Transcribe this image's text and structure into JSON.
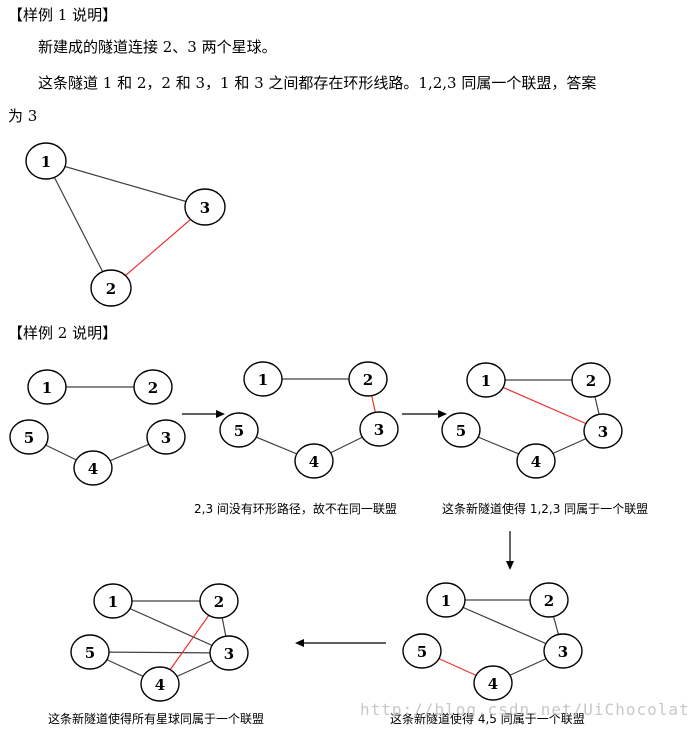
{
  "section1": {
    "heading": "【样例 1 说明】",
    "line1": "新建成的隧道连接 2、3 两个星球。",
    "line2": "这条隧道 1 和 2，2 和 3，1 和 3 之间都存在环形线路。1,2,3 同属一个联盟，答案",
    "line3": "为 3"
  },
  "section2": {
    "heading": "【样例 2 说明】",
    "caption_b": "2,3 间没有环形路径，故不在同一联盟",
    "caption_c": "这条新隧道使得 1,2,3 同属于一个联盟",
    "caption_d": "这条新隧道使得 4,5 同属于一个联盟",
    "caption_e": "这条新隧道使得所有星球同属于一个联盟"
  },
  "watermark": "http://blog.csdn.net/UiChocolate",
  "colors": {
    "edge": "#404040",
    "new_edge": "#ee3333",
    "node_border": "#000000"
  },
  "graphs": [
    {
      "id": "g0",
      "nodes": [
        {
          "label": "1"
        },
        {
          "label": "3"
        },
        {
          "label": "2"
        }
      ],
      "edges": [
        {
          "from": 0,
          "to": 1,
          "new": false
        },
        {
          "from": 0,
          "to": 2,
          "new": false
        },
        {
          "from": 1,
          "to": 2,
          "new": true
        }
      ]
    },
    {
      "id": "g1",
      "nodes": [
        {
          "label": "1"
        },
        {
          "label": "2"
        },
        {
          "label": "5"
        },
        {
          "label": "3"
        },
        {
          "label": "4"
        }
      ],
      "edges": [
        {
          "from": 0,
          "to": 1,
          "new": false
        },
        {
          "from": 2,
          "to": 4,
          "new": false
        },
        {
          "from": 4,
          "to": 3,
          "new": false
        }
      ]
    },
    {
      "id": "g2",
      "nodes": [
        {
          "label": "1"
        },
        {
          "label": "2"
        },
        {
          "label": "5"
        },
        {
          "label": "3"
        },
        {
          "label": "4"
        }
      ],
      "edges": [
        {
          "from": 0,
          "to": 1,
          "new": false
        },
        {
          "from": 2,
          "to": 4,
          "new": false
        },
        {
          "from": 4,
          "to": 3,
          "new": false
        },
        {
          "from": 1,
          "to": 3,
          "new": true
        }
      ]
    },
    {
      "id": "g3",
      "nodes": [
        {
          "label": "1"
        },
        {
          "label": "2"
        },
        {
          "label": "5"
        },
        {
          "label": "3"
        },
        {
          "label": "4"
        }
      ],
      "edges": [
        {
          "from": 0,
          "to": 1,
          "new": false
        },
        {
          "from": 1,
          "to": 3,
          "new": false
        },
        {
          "from": 2,
          "to": 4,
          "new": false
        },
        {
          "from": 4,
          "to": 3,
          "new": false
        },
        {
          "from": 0,
          "to": 3,
          "new": true
        }
      ]
    },
    {
      "id": "g4",
      "nodes": [
        {
          "label": "1"
        },
        {
          "label": "2"
        },
        {
          "label": "5"
        },
        {
          "label": "3"
        },
        {
          "label": "4"
        }
      ],
      "edges": [
        {
          "from": 0,
          "to": 1,
          "new": false
        },
        {
          "from": 1,
          "to": 3,
          "new": false
        },
        {
          "from": 0,
          "to": 3,
          "new": false
        },
        {
          "from": 4,
          "to": 3,
          "new": false
        },
        {
          "from": 2,
          "to": 4,
          "new": true
        }
      ]
    },
    {
      "id": "g5",
      "nodes": [
        {
          "label": "1"
        },
        {
          "label": "2"
        },
        {
          "label": "5"
        },
        {
          "label": "3"
        },
        {
          "label": "4"
        }
      ],
      "edges": [
        {
          "from": 0,
          "to": 1,
          "new": false
        },
        {
          "from": 1,
          "to": 3,
          "new": false
        },
        {
          "from": 0,
          "to": 3,
          "new": false
        },
        {
          "from": 4,
          "to": 3,
          "new": false
        },
        {
          "from": 2,
          "to": 4,
          "new": false
        },
        {
          "from": 2,
          "to": 3,
          "new": false
        },
        {
          "from": 1,
          "to": 4,
          "new": true
        }
      ]
    }
  ]
}
